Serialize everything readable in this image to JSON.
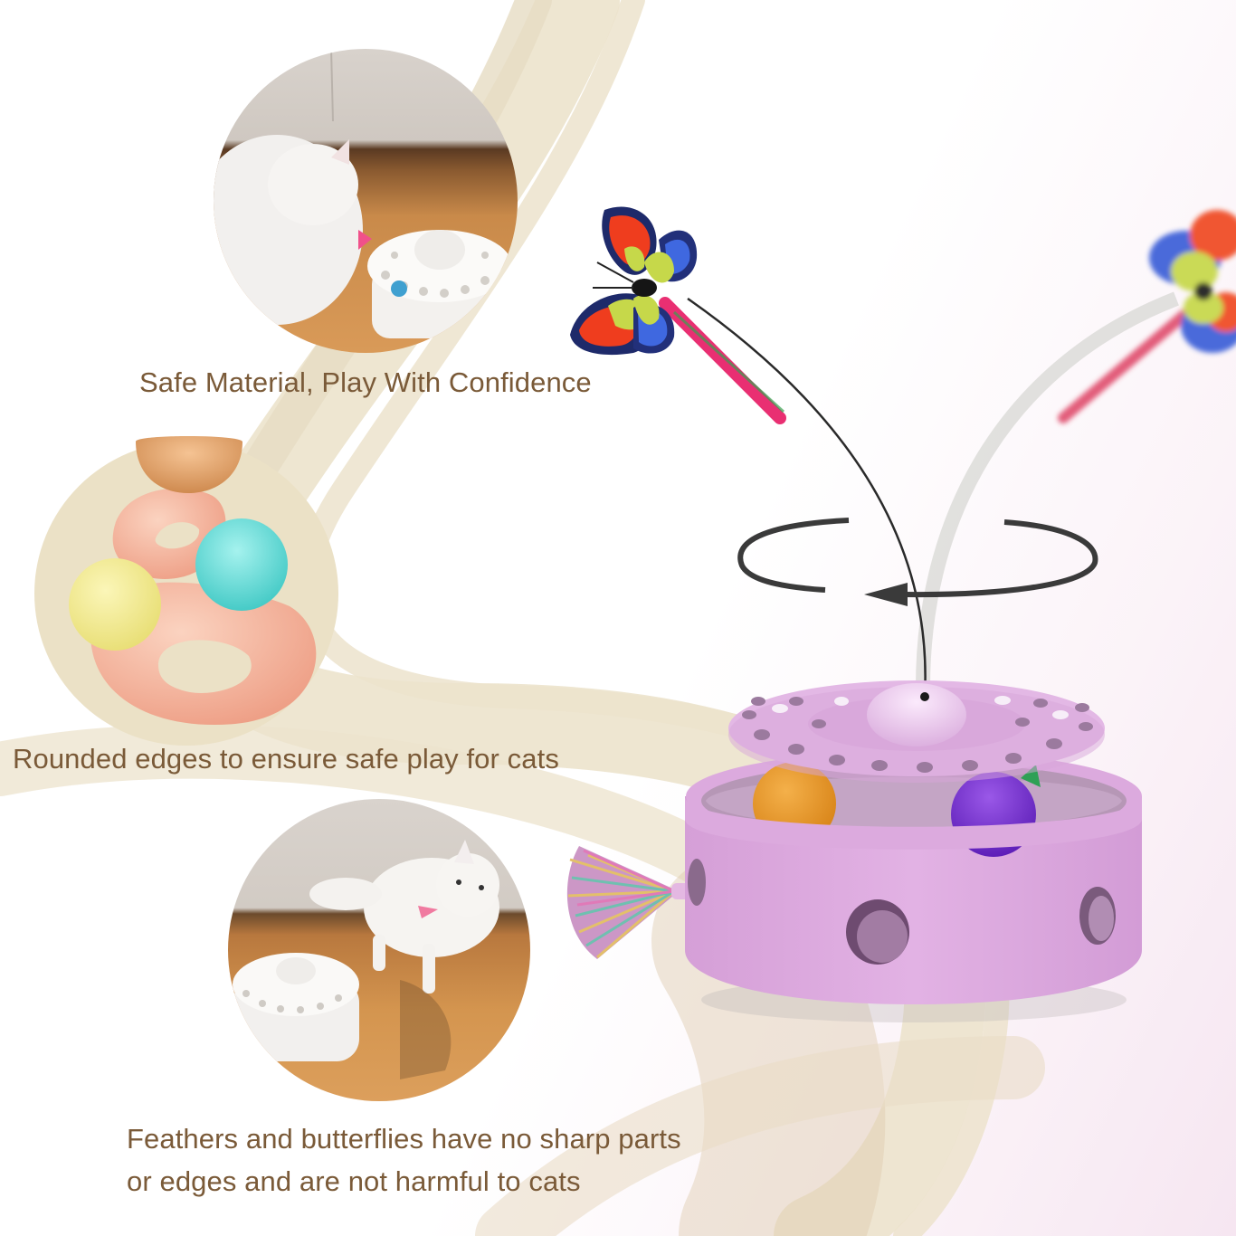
{
  "features": [
    {
      "caption": "Safe Material, Play With Confidence",
      "image": "white cat pawing at white track toy on wooden floor"
    },
    {
      "caption": "Rounded edges to ensure safe play for cats",
      "image": "stacked pastel rings with yellow, teal and orange balls"
    },
    {
      "caption_line1": "Feathers and butterflies have no sharp parts",
      "caption_line2": "or edges and are not harmful to cats",
      "image": "white cat jumping beside white track toy"
    }
  ],
  "product": {
    "name": "interactive cat toy",
    "body_color": "#d9a6dd",
    "balls": [
      "orange",
      "purple",
      "green"
    ],
    "accessories": [
      "butterfly wand",
      "tinsel tassel"
    ]
  },
  "icons": {
    "rotation": "rotate-arrow-icon"
  },
  "colors": {
    "caption_text": "#7a5a38",
    "swoosh": "#e6dcc3",
    "accent_pink": "#e93a78"
  }
}
